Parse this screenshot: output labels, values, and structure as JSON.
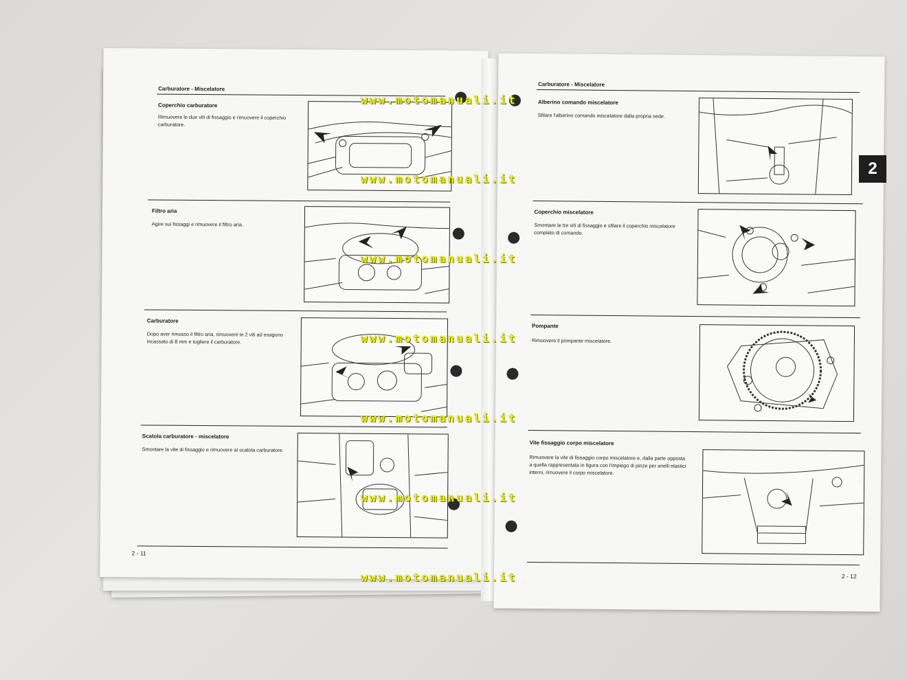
{
  "watermark": "www.motomanuali.it",
  "left_page": {
    "header": "Carburatore - Miscelatore",
    "page_number": "2 - 11",
    "sections": [
      {
        "title": "Coperchio carburatore",
        "text": "Rimuovere le due viti di fissaggio e rimuovere il coperchio carburatore."
      },
      {
        "title": "Filtro aria",
        "text": "Agire sui fissaggi e rimuovere il filtro aria."
      },
      {
        "title": "Carburatore",
        "text": "Dopo aver rimosso il filtro aria, rimuovere le 2 viti ad esagono incassato di 8 mm e togliere il carburatore."
      },
      {
        "title": "Scatola carburatore - miscelatore",
        "text": "Smontare la vite di fissaggio e rimuovere al scatola carburatore."
      }
    ]
  },
  "right_page": {
    "header": "Carburatore - Miscelatore",
    "page_number": "2 - 12",
    "chapter_tab": "2",
    "sections": [
      {
        "title": "Alberino comando miscelatore",
        "text": "Sfilare l'alberino comando miscelatore dalla propria sede."
      },
      {
        "title": "Coperchio miscelatore",
        "text": "Smontare le tre viti di fissaggio e sfilare il coperchio miscelatore completo di comando."
      },
      {
        "title": "Pompante",
        "text": "Rimuovere il pompante miscelatore."
      },
      {
        "title": "Vite fissaggio corpo miscelatore",
        "text": "Rimuovere la vite di fissaggio corpo miscelatore e, dalla parte opposta a quella rappresentata in figura con l'impiego di pinze per anelli elastici interni, rimuovere il corpo miscelatore."
      }
    ]
  }
}
